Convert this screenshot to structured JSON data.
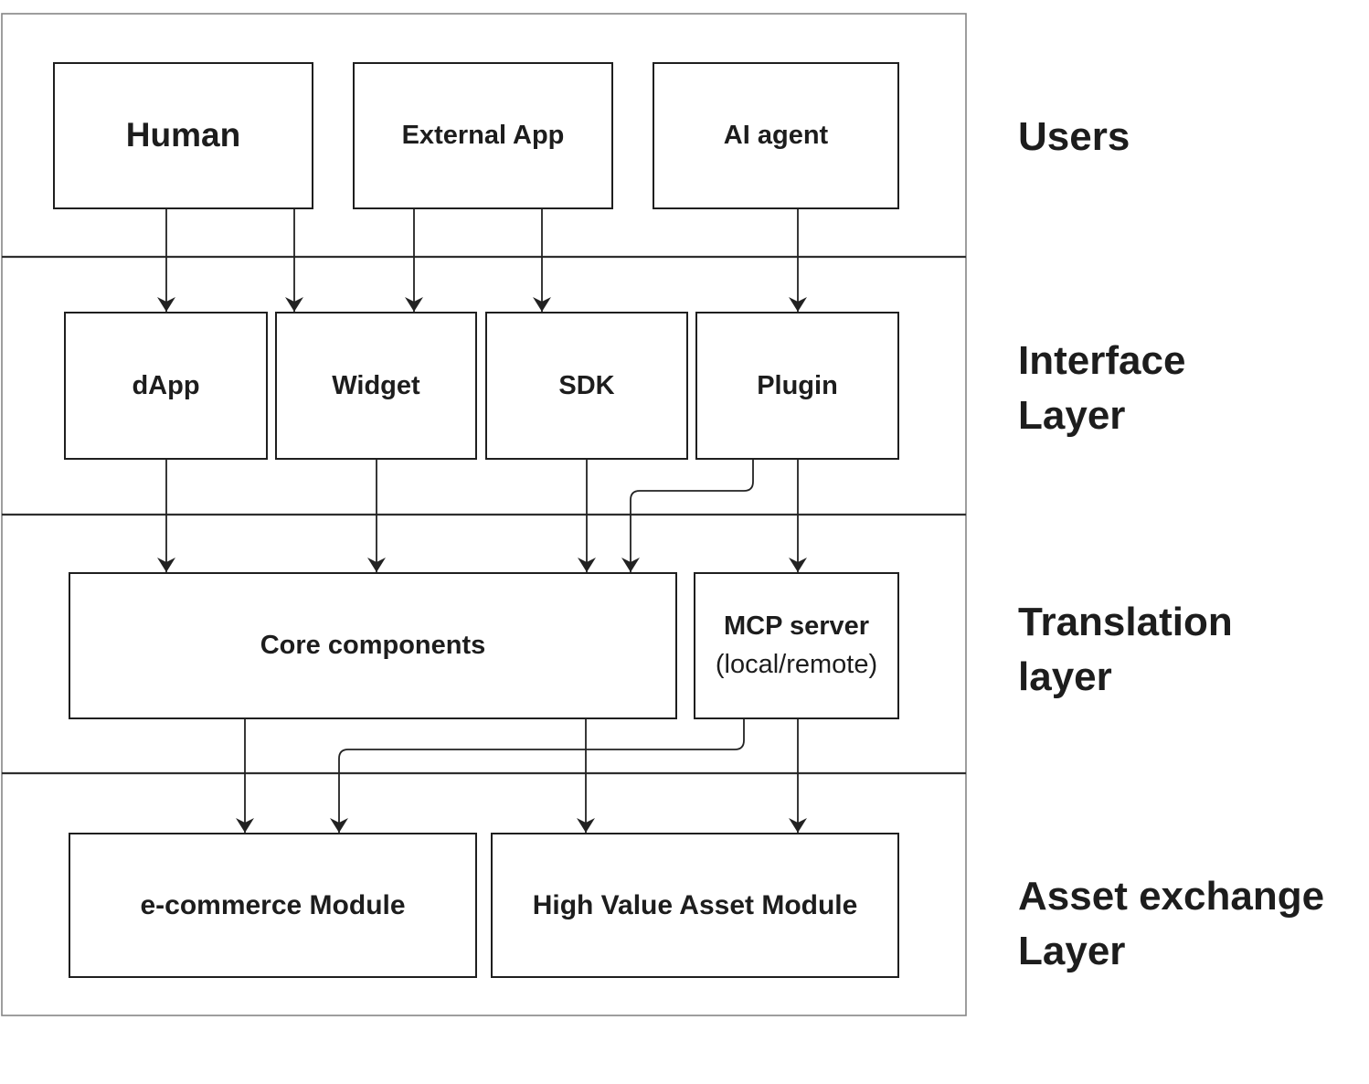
{
  "diagram": {
    "type": "layered-architecture-flowchart",
    "layers": [
      {
        "id": "users",
        "label_lines": [
          "Users"
        ],
        "nodes": [
          {
            "id": "human",
            "label": "Human"
          },
          {
            "id": "external-app",
            "label": "External App"
          },
          {
            "id": "ai-agent",
            "label": "AI agent"
          }
        ]
      },
      {
        "id": "interface-layer",
        "label_lines": [
          "Interface",
          "Layer"
        ],
        "nodes": [
          {
            "id": "dapp",
            "label": "dApp"
          },
          {
            "id": "widget",
            "label": "Widget"
          },
          {
            "id": "sdk",
            "label": "SDK"
          },
          {
            "id": "plugin",
            "label": "Plugin"
          }
        ]
      },
      {
        "id": "translation-layer",
        "label_lines": [
          "Translation",
          "layer"
        ],
        "nodes": [
          {
            "id": "core-components",
            "label": "Core components"
          },
          {
            "id": "mcp-server",
            "label": "MCP server",
            "sublabel": "(local/remote)"
          }
        ]
      },
      {
        "id": "asset-exchange-layer",
        "label_lines": [
          "Asset exchange",
          "Layer"
        ],
        "nodes": [
          {
            "id": "ecommerce-module",
            "label": "e-commerce Module"
          },
          {
            "id": "high-value-asset-module",
            "label": "High Value Asset Module"
          }
        ]
      }
    ],
    "edges": [
      {
        "from": "human",
        "to": "dapp"
      },
      {
        "from": "human",
        "to": "widget"
      },
      {
        "from": "external-app",
        "to": "widget"
      },
      {
        "from": "external-app",
        "to": "sdk"
      },
      {
        "from": "ai-agent",
        "to": "plugin"
      },
      {
        "from": "dapp",
        "to": "core-components"
      },
      {
        "from": "widget",
        "to": "core-components"
      },
      {
        "from": "sdk",
        "to": "core-components"
      },
      {
        "from": "plugin",
        "to": "core-components"
      },
      {
        "from": "plugin",
        "to": "mcp-server"
      },
      {
        "from": "core-components",
        "to": "ecommerce-module"
      },
      {
        "from": "mcp-server",
        "to": "ecommerce-module"
      },
      {
        "from": "core-components",
        "to": "high-value-asset-module"
      },
      {
        "from": "mcp-server",
        "to": "high-value-asset-module"
      }
    ],
    "colors": {
      "background": "#ffffff",
      "box_border": "#1f1f1f",
      "band_line": "#2e2e2e",
      "outer_border": "#858585",
      "arrow": "#222222",
      "text": "#1d1d1d"
    }
  }
}
